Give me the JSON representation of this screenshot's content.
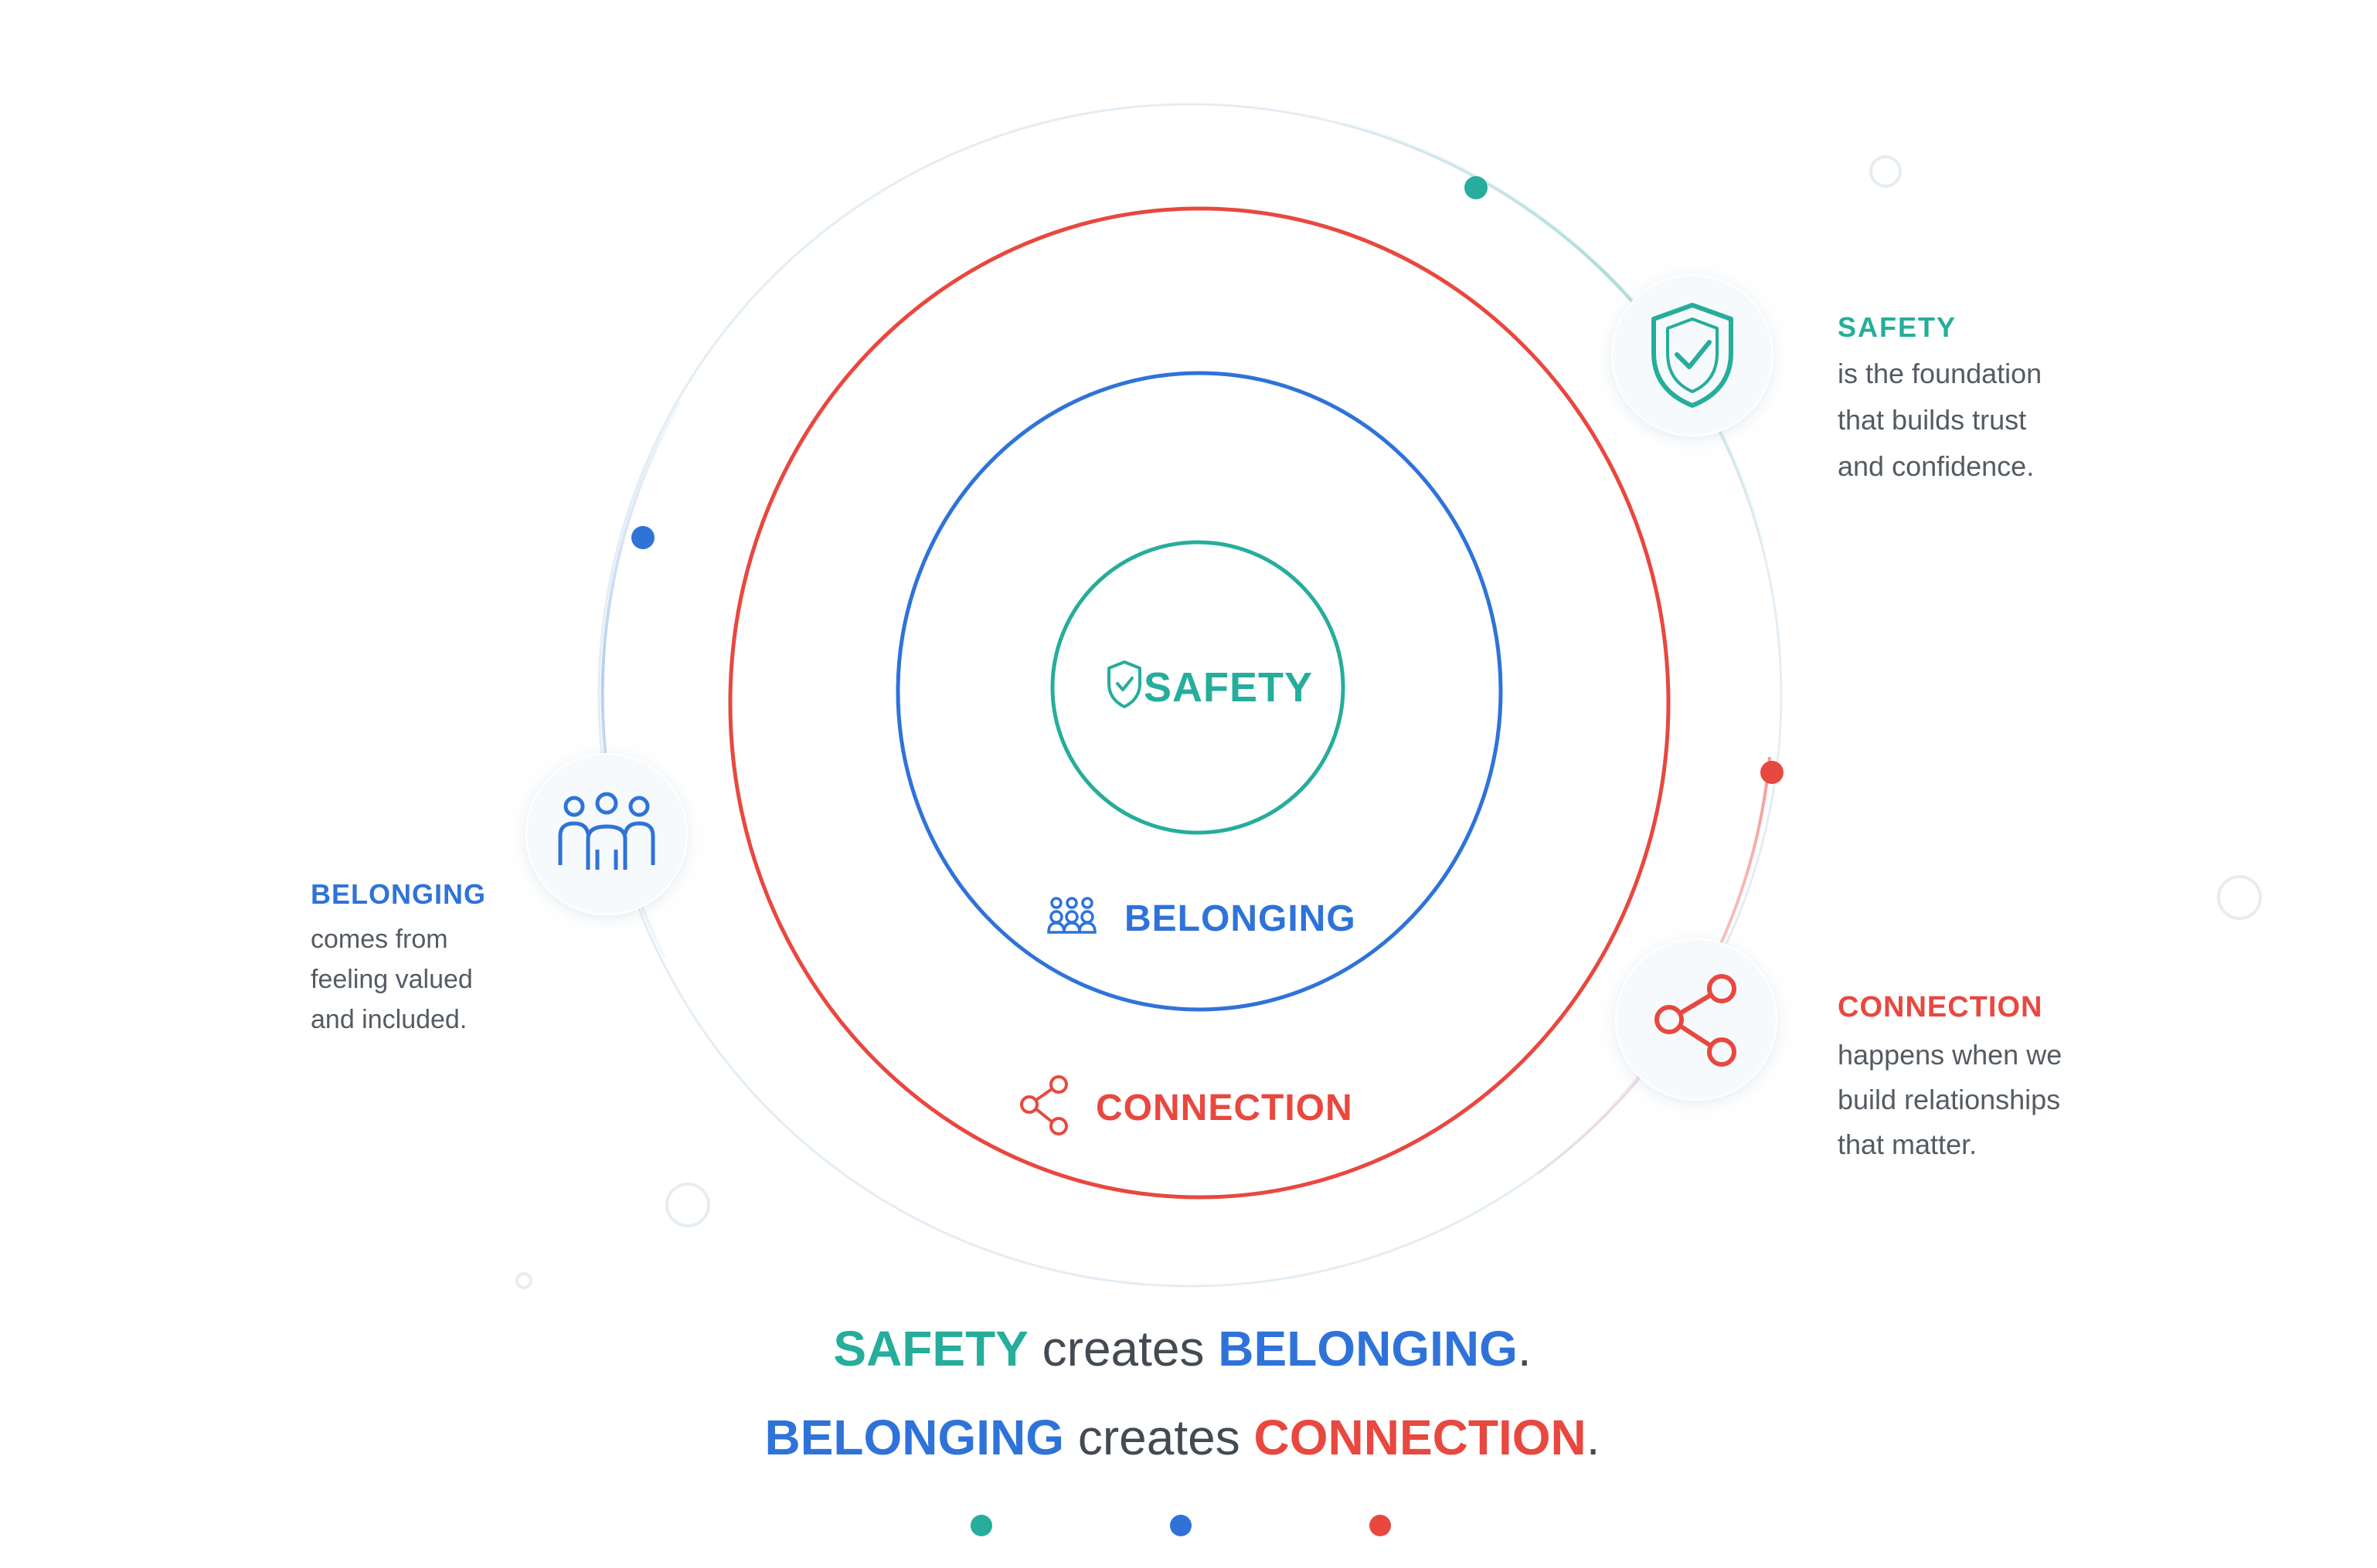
{
  "colors": {
    "safety": "#26ad9b",
    "belonging": "#2f73d9",
    "connection": "#e8483f",
    "text_gray": "#555b63",
    "faint": "#dfe9f0"
  },
  "rings": {
    "safety": {
      "label": "SAFETY",
      "icon": "shield-icon"
    },
    "belonging": {
      "label": "BELONGING",
      "icon": "people-group-icon"
    },
    "connection": {
      "label": "CONNECTION",
      "icon": "share-nodes-icon"
    }
  },
  "callouts": {
    "safety": {
      "title": "SAFETY",
      "lines": [
        "is the foundation",
        "that builds trust",
        "and confidence."
      ],
      "icon": "shield-check-icon"
    },
    "belonging": {
      "title": "BELONGING",
      "lines": [
        "comes from",
        "feeling valued",
        "and included."
      ],
      "icon": "people-group-icon"
    },
    "connection": {
      "title": "CONNECTION",
      "lines": [
        "happens when we",
        "build relationships",
        "that matter."
      ],
      "icon": "share-nodes-icon"
    }
  },
  "tagline": {
    "line1": {
      "a": "SAFETY",
      "b": " creates ",
      "c": "BELONGING",
      "d": "."
    },
    "line2": {
      "a": "BELONGING",
      "b": " creates ",
      "c": "CONNECTION",
      "d": "."
    }
  }
}
